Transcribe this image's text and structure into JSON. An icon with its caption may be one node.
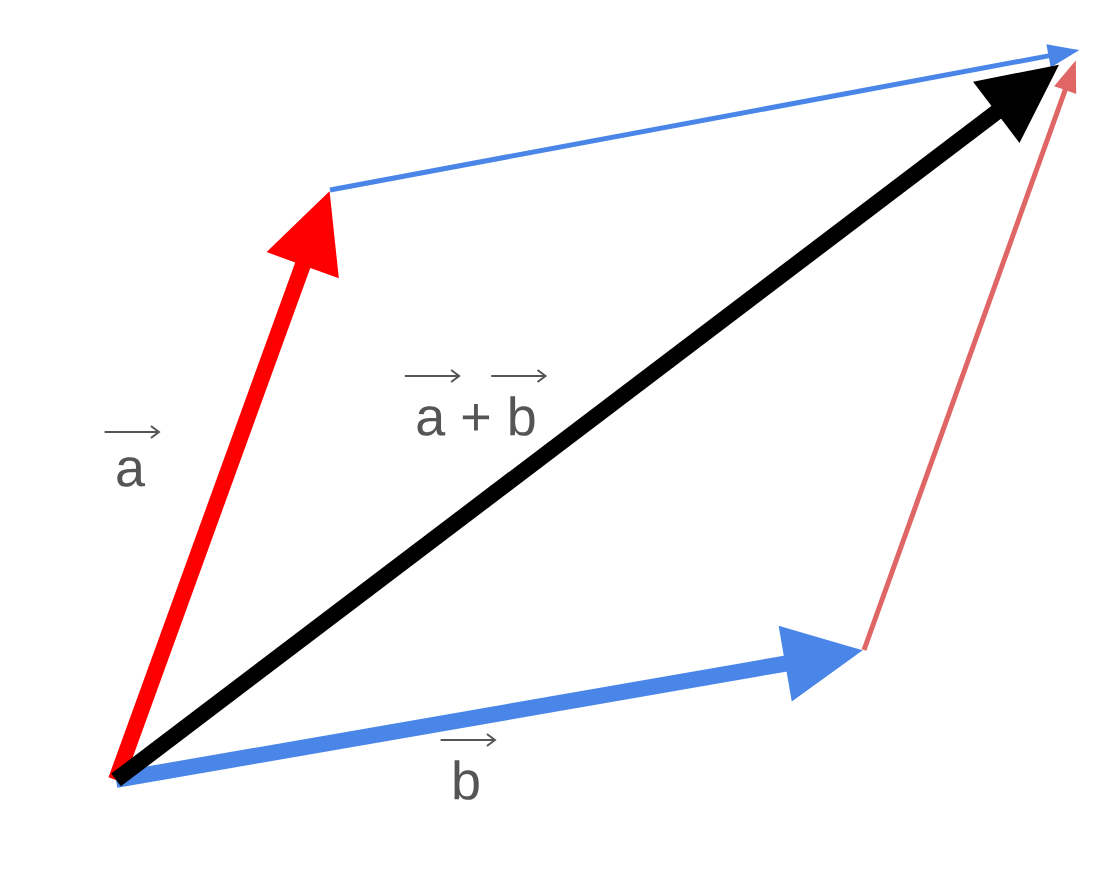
{
  "diagram": {
    "labels": [
      "a + b",
      "a",
      "b"
    ]
  }
}
